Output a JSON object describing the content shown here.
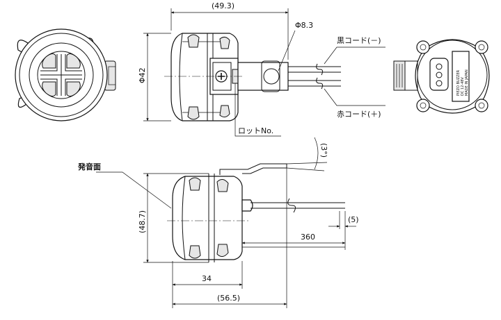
{
  "dimensions": {
    "top_width": "(49.3)",
    "cord_diameter": "Φ8.3",
    "body_diameter": "Φ42",
    "side_height": "(48.7)",
    "body_depth": "34",
    "total_length": "(56.5)",
    "cord_length": "360",
    "strip_length": "(5)",
    "angle": "(3°)"
  },
  "labels": {
    "black_cord": "黒コード(－)",
    "red_cord": "赤コード(＋)",
    "lot_no": "ロットNo.",
    "sound_face": "発音面"
  },
  "rear_label": [
    "PIEZO BUZZER",
    "DC 12-48V",
    "MADE IN JAPAN"
  ]
}
